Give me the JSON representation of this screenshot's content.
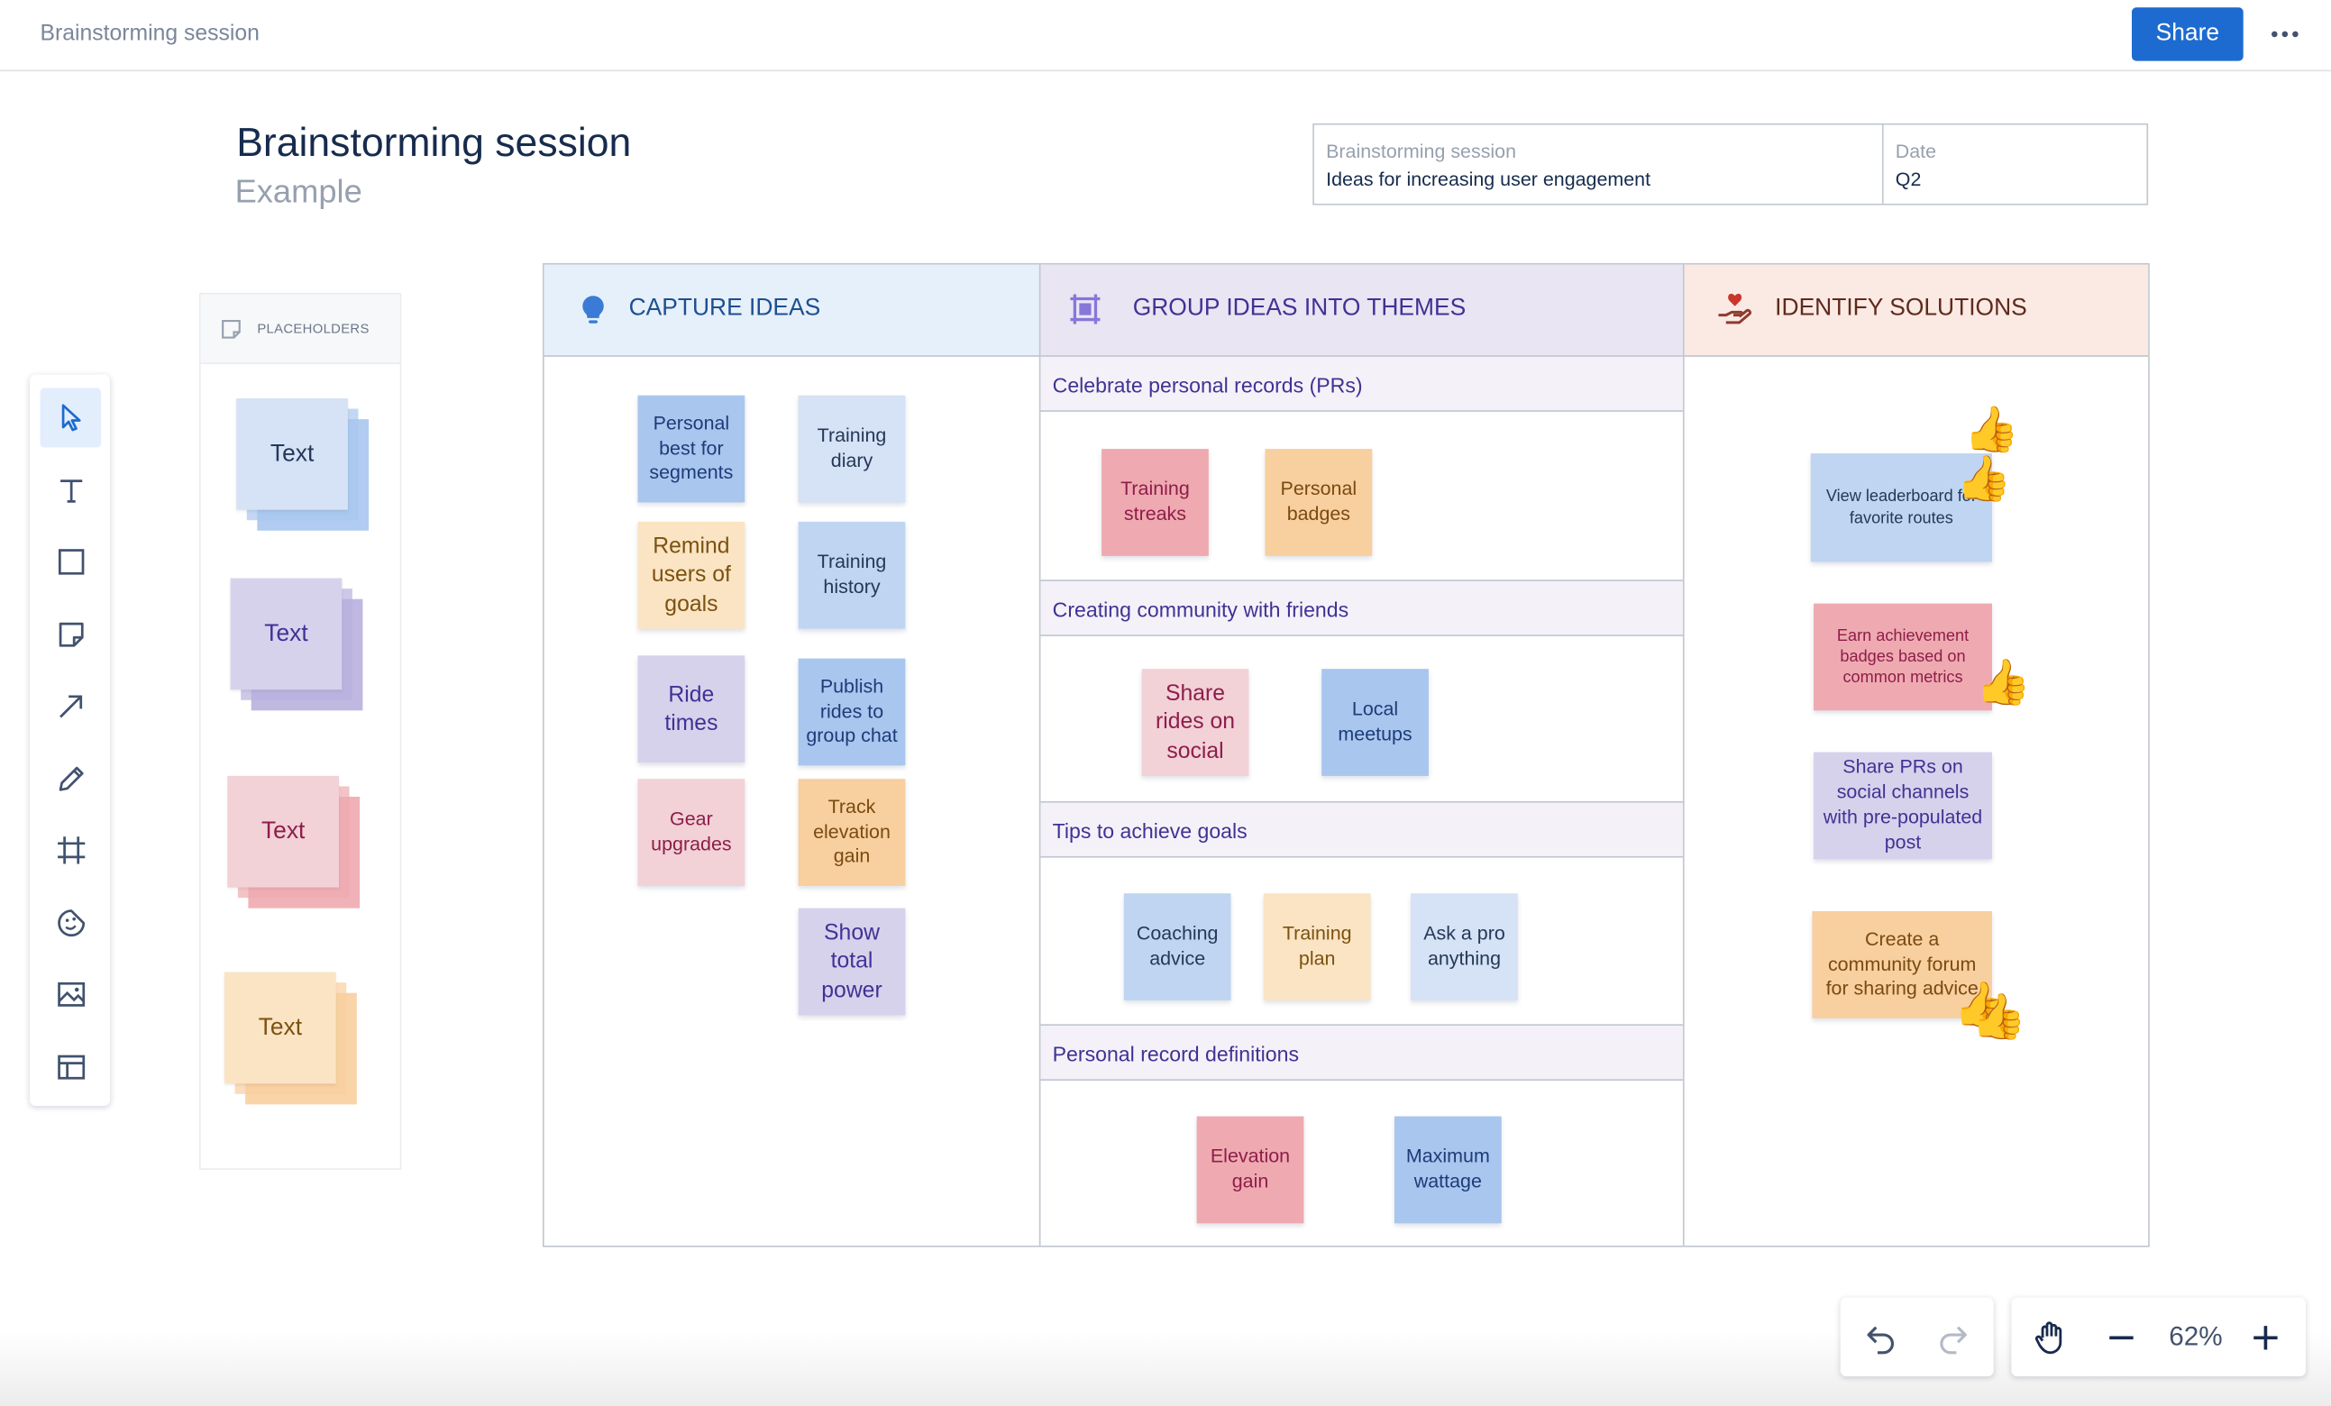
{
  "app": {
    "title": "Brainstorming session",
    "share_label": "Share",
    "more_icon": "more-horizontal-icon"
  },
  "header": {
    "title": "Brainstorming session",
    "subtitle": "Example"
  },
  "info_table": {
    "session_label": "Brainstorming session",
    "session_value": "Ideas for increasing user engagement",
    "date_label": "Date",
    "date_value": "Q2"
  },
  "toolbar": {
    "tools": [
      {
        "name": "select",
        "icon": "pointer-icon",
        "active": true
      },
      {
        "name": "text",
        "icon": "text-icon"
      },
      {
        "name": "shape",
        "icon": "square-icon"
      },
      {
        "name": "sticky",
        "icon": "sticky-note-icon"
      },
      {
        "name": "line",
        "icon": "arrow-icon"
      },
      {
        "name": "pen",
        "icon": "pen-icon"
      },
      {
        "name": "frame",
        "icon": "frame-icon"
      },
      {
        "name": "stamp",
        "icon": "sticker-icon"
      },
      {
        "name": "image",
        "icon": "image-icon"
      },
      {
        "name": "template",
        "icon": "template-icon"
      }
    ]
  },
  "placeholders": {
    "label": "PLACEHOLDERS",
    "items": [
      {
        "label": "Text",
        "color": "#d6e2f5",
        "back": "#a8c6ee",
        "text_color": "#253858"
      },
      {
        "label": "Text",
        "color": "#d7d2ec",
        "back": "#b9b0de",
        "text_color": "#403294"
      },
      {
        "label": "Text",
        "color": "#f2d1d7",
        "back": "#eeaab0",
        "text_color": "#8e1d4b"
      },
      {
        "label": "Text",
        "color": "#fbe4c3",
        "back": "#f8cf9e",
        "text_color": "#7a5211"
      }
    ]
  },
  "columns": {
    "capture": {
      "label": "CAPTURE IDEAS",
      "icon": "lightbulb-icon",
      "bg": "#e6f0fb",
      "color": "#1d4f91"
    },
    "group": {
      "label": "GROUP IDEAS INTO THEMES",
      "icon": "group-frame-icon",
      "bg": "#e9e5f3",
      "color": "#403294"
    },
    "solutions": {
      "label": "IDENTIFY SOLUTIONS",
      "icon": "hand-heart-icon",
      "bg": "#fbeae3",
      "color": "#5e2a1d"
    }
  },
  "capture_ideas": [
    {
      "text": "Personal best for segments",
      "style": "s-dblue"
    },
    {
      "text": "Training diary",
      "style": "s-lblue"
    },
    {
      "text": "Remind users of goals",
      "style": "s-yellow"
    },
    {
      "text": "Training history",
      "style": "s-blue"
    },
    {
      "text": "Ride times",
      "style": "s-purple"
    },
    {
      "text": "Publish rides to group chat",
      "style": "s-dblue"
    },
    {
      "text": "Gear upgrades",
      "style": "s-pink"
    },
    {
      "text": "Track elevation gain",
      "style": "s-orange"
    },
    {
      "text": "Show total power",
      "style": "s-purple"
    }
  ],
  "themes": [
    {
      "title": "Celebrate personal records (PRs)",
      "notes": [
        {
          "text": "Training streaks",
          "style": "s-red"
        },
        {
          "text": "Personal badges",
          "style": "s-orange"
        }
      ]
    },
    {
      "title": "Creating community with friends",
      "notes": [
        {
          "text": "Share rides on social",
          "style": "s-pink"
        },
        {
          "text": "Local meetups",
          "style": "s-dblue"
        }
      ]
    },
    {
      "title": "Tips to achieve goals",
      "notes": [
        {
          "text": "Coaching advice",
          "style": "s-blue"
        },
        {
          "text": "Training plan",
          "style": "s-yellow"
        },
        {
          "text": "Ask a pro anything",
          "style": "s-lblue"
        }
      ]
    },
    {
      "title": "Personal record definitions",
      "notes": [
        {
          "text": "Elevation gain",
          "style": "s-red"
        },
        {
          "text": "Maximum wattage",
          "style": "s-dblue"
        }
      ]
    }
  ],
  "solutions": [
    {
      "text": "View leaderboard for favorite routes",
      "style": "s-blue",
      "votes": 2
    },
    {
      "text": "Earn achievement badges based on common metrics",
      "style": "s-red",
      "votes": 1
    },
    {
      "text": "Share PRs on social channels with pre-populated post",
      "style": "s-purple",
      "votes": 0
    },
    {
      "text": "Create a community forum for sharing advice",
      "style": "s-orange",
      "votes": 2
    }
  ],
  "controls": {
    "zoom": "62%",
    "undo_icon": "undo-icon",
    "redo_icon": "redo-icon",
    "hand_icon": "hand-icon",
    "zoom_out_icon": "minus-icon",
    "zoom_in_icon": "plus-icon"
  }
}
